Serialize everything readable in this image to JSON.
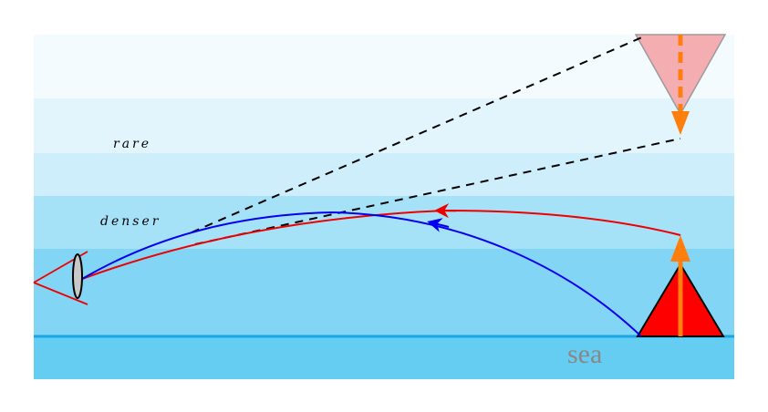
{
  "labels": {
    "rare": "rare",
    "denser": "denser",
    "sea": "sea"
  },
  "colors": {
    "layer_1": "#f3fbfe",
    "layer_2": "#e3f5fc",
    "layer_3": "#cdeefa",
    "layer_4": "#a6e2f7",
    "layer_5": "#82d5f4",
    "sea": "#66cdf2",
    "sea_line": "#1aa6e6",
    "ray_red": "#ee0000",
    "ray_blue": "#0000ee",
    "sight_line": "#000000",
    "object": "#ff0000",
    "image": "#f4adb1",
    "arrow": "#ff7f0e",
    "lens": "#c8c8c8"
  }
}
